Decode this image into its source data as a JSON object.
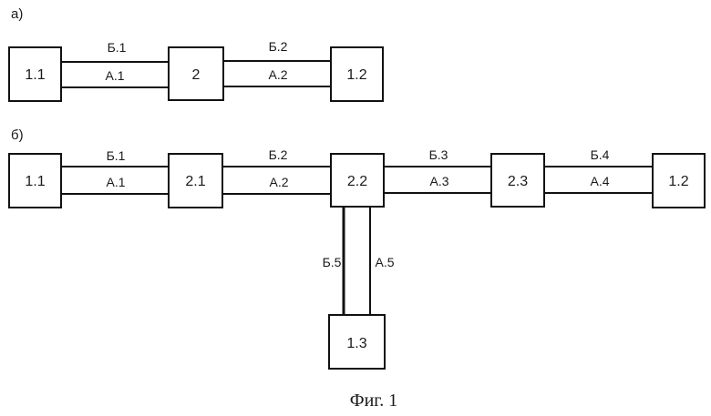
{
  "panels": {
    "a": {
      "label": "а)",
      "nodes": {
        "n11": "1.1",
        "n2": "2",
        "n12": "1.2"
      },
      "links": {
        "l1": {
          "top": "Б.1",
          "bottom": "А.1"
        },
        "l2": {
          "top": "Б.2",
          "bottom": "А.2"
        }
      }
    },
    "b": {
      "label": "б)",
      "nodes": {
        "n11": "1.1",
        "n21": "2.1",
        "n22": "2.2",
        "n23": "2.3",
        "n12": "1.2",
        "n13": "1.3"
      },
      "links": {
        "l1": {
          "top": "Б.1",
          "bottom": "А.1"
        },
        "l2": {
          "top": "Б.2",
          "bottom": "А.2"
        },
        "l3": {
          "top": "Б.3",
          "bottom": "А.3"
        },
        "l4": {
          "top": "Б.4",
          "bottom": "А.4"
        },
        "l5": {
          "left": "Б.5",
          "right": "А.5"
        }
      }
    }
  },
  "caption": "Фиг. 1"
}
